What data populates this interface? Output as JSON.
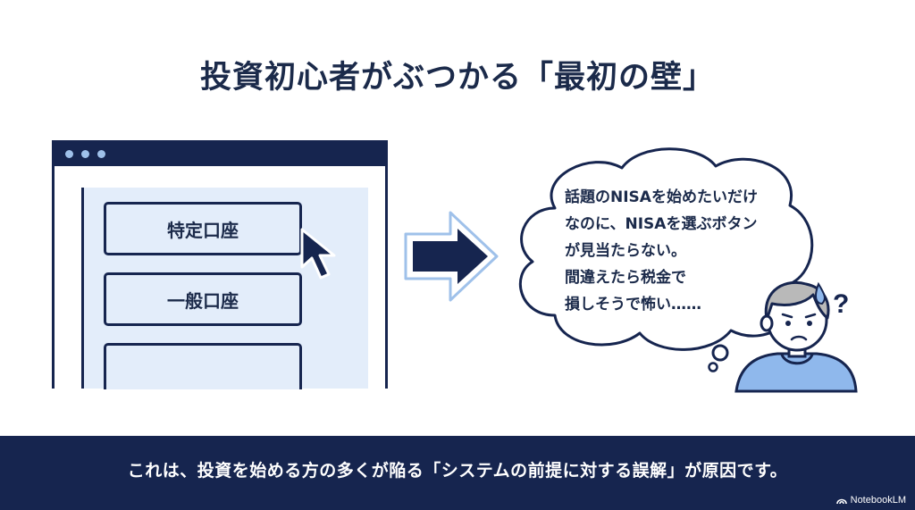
{
  "slide": {
    "title": "投資初心者がぶつかる「最初の壁」",
    "options": [
      "特定口座",
      "一般口座"
    ],
    "thought": "話題のNISAを始めたいだけ\nなのに、NISAを選ぶボタン\nが見当たらない。\n間違えたら税金で\n損しそうで怖い……",
    "question_mark": "?",
    "footer": "これは、投資を始める方の多くが陥る「システムの前提に対する誤解」が原因です。",
    "brand": "NotebookLM"
  },
  "colors": {
    "navy": "#16254f",
    "light_blue": "#e3edfa",
    "accent_blue": "#9fc1ea",
    "shirt_blue": "#8fb8ec"
  }
}
